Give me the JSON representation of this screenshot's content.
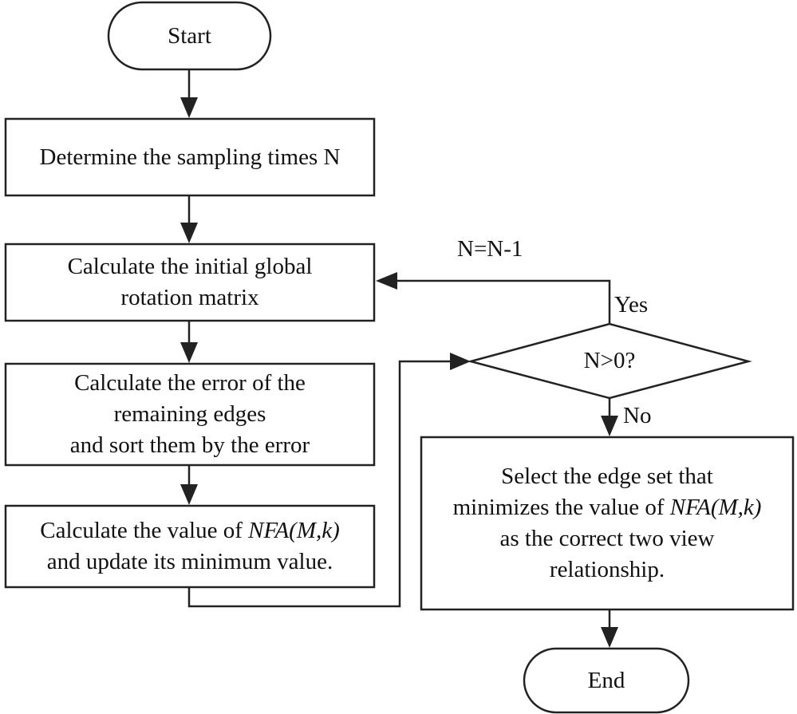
{
  "nodes": {
    "start": "Start",
    "determine": "Determine the sampling times N",
    "initial_rotation": [
      "Calculate the initial global",
      "rotation matrix"
    ],
    "error_calc": [
      "Calculate the error of the",
      "remaining edges",
      "and sort them by the error"
    ],
    "nfa_calc": {
      "line1_prefix": "Calculate the value of ",
      "line1_formula": "NFA(M,k)",
      "line2": "and update its minimum value."
    },
    "decision": "N>0?",
    "select": {
      "line1": "Select the edge set that",
      "line2_prefix": "minimizes the value of ",
      "line2_formula": "NFA(M,k)",
      "line3": "as the correct two view",
      "line4": "relationship."
    },
    "end": "End"
  },
  "edge_labels": {
    "decrement": "N=N-1",
    "yes": "Yes",
    "no": "No"
  },
  "colors": {
    "stroke": "#222222",
    "text": "#111111",
    "background": "#ffffff"
  }
}
